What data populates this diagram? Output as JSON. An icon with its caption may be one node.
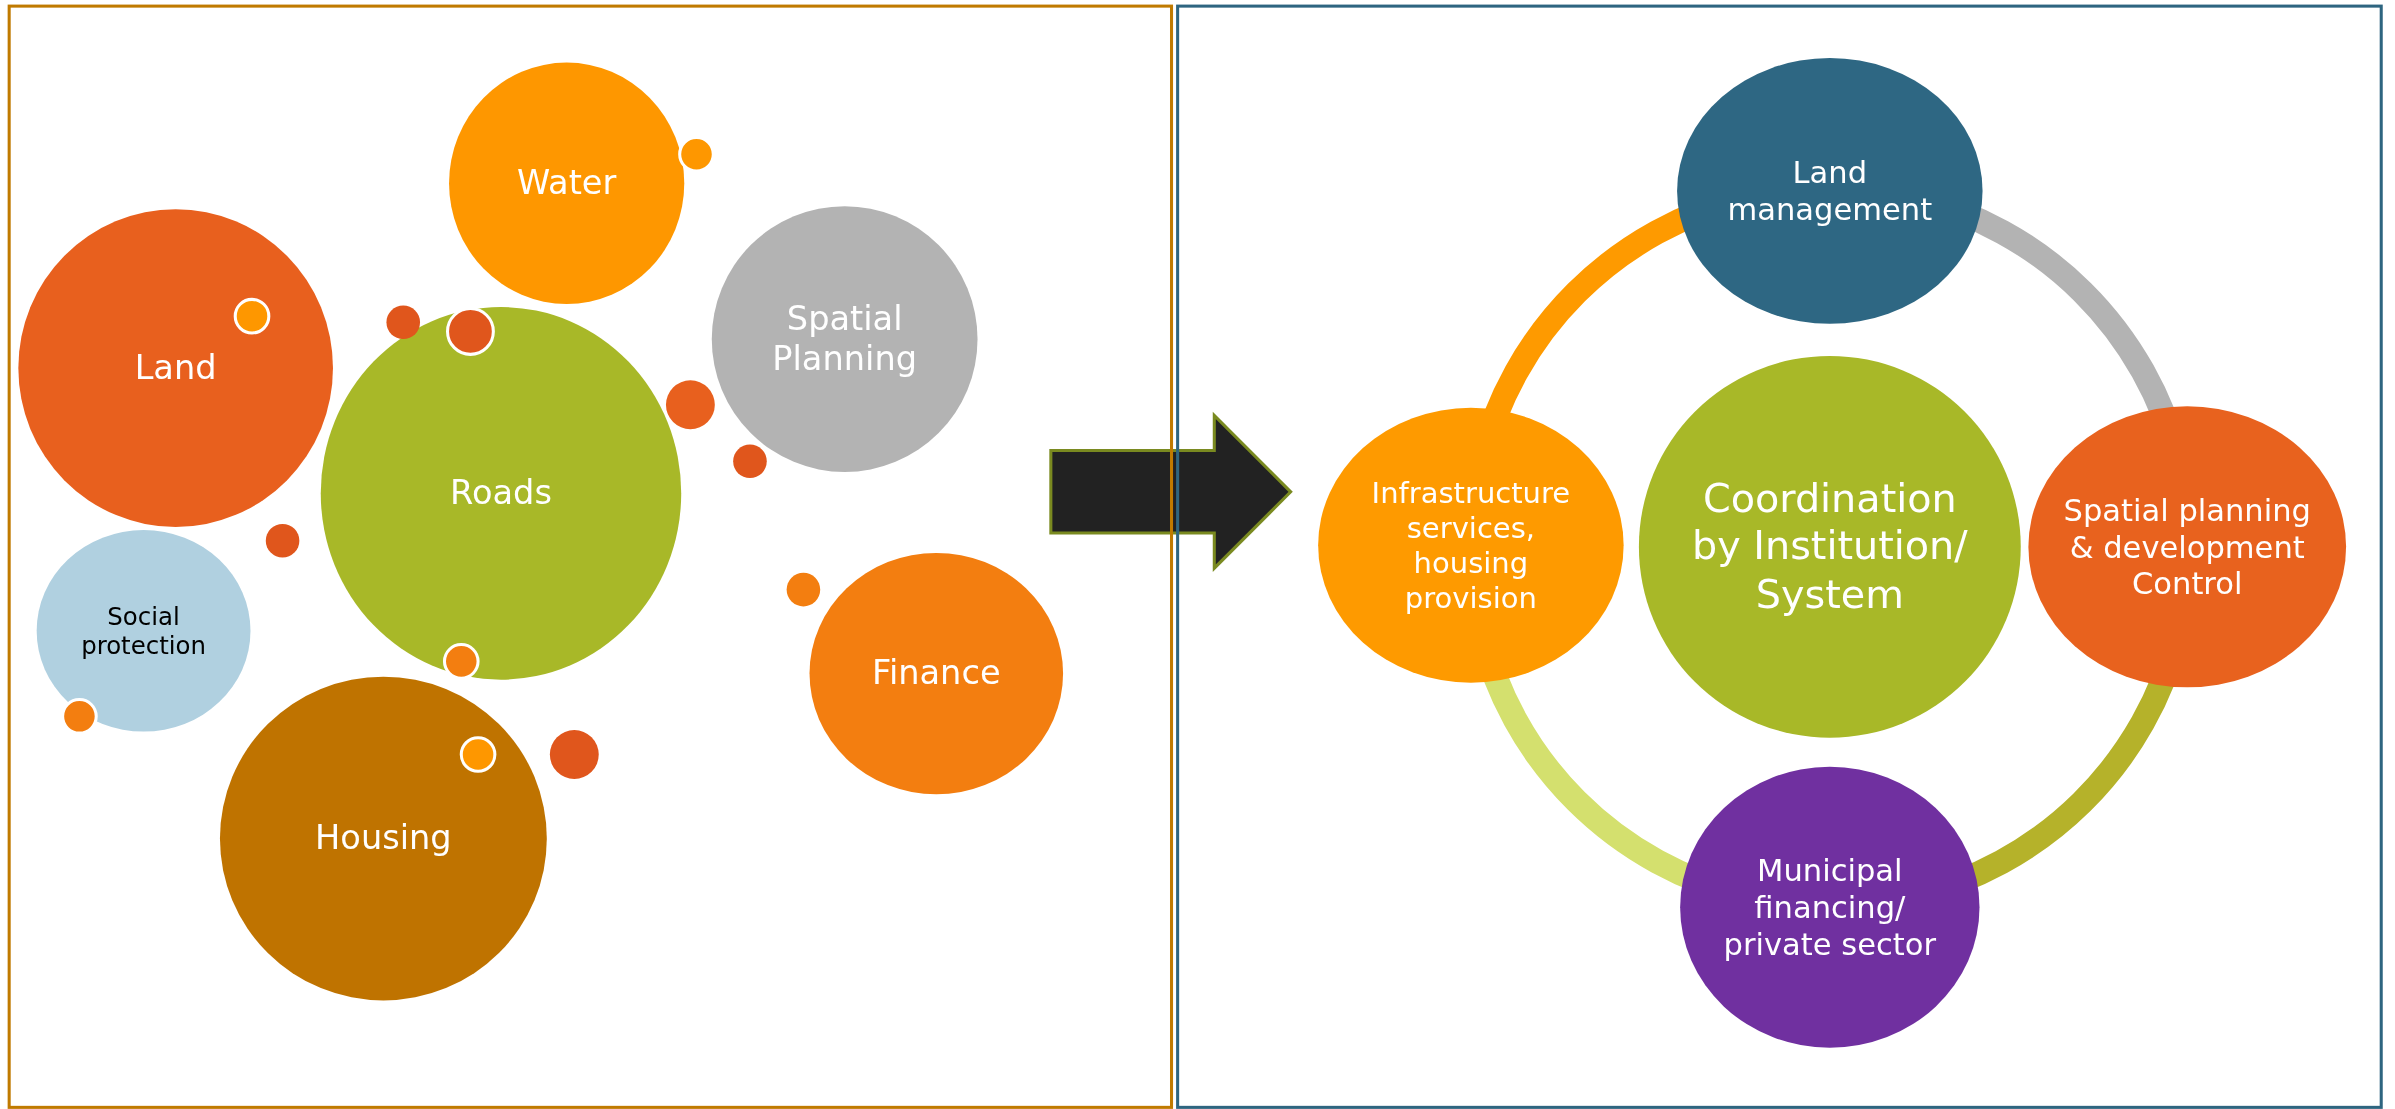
{
  "diagram": {
    "nodes": [
      {
        "text": [],
        "shape": "box"
      },
      {
        "text": [],
        "shape": "box"
      },
      {
        "text": [
          "Water"
        ],
        "in": 0
      },
      {
        "text": [
          "Land"
        ],
        "in": 0
      },
      {
        "text": [
          "Spatial Planning"
        ],
        "in": 0
      },
      {
        "text": [
          "Roads"
        ],
        "in": 0
      },
      {
        "text": [
          "Social protection"
        ],
        "in": 0
      },
      {
        "text": [
          "Finance"
        ],
        "in": 0
      },
      {
        "text": [
          "Housing"
        ],
        "in": 0
      },
      {
        "text": [],
        "shape": "circle",
        "in": 0
      },
      {
        "text": [],
        "shape": "circle",
        "in": 3
      },
      {
        "text": [],
        "shape": "circle",
        "in": 5
      },
      {
        "text": [],
        "shape": "circle",
        "in": 5
      },
      {
        "text": [],
        "shape": "circle",
        "in": 0
      },
      {
        "text": [],
        "shape": "circle",
        "in": 0
      },
      {
        "text": [],
        "shape": "circle",
        "in": 0
      },
      {
        "text": [],
        "shape": "circle",
        "in": 0
      },
      {
        "text": [],
        "shape": "circle",
        "in": 5
      },
      {
        "text": [],
        "shape": "circle",
        "in": 6
      },
      {
        "text": [],
        "shape": "circle",
        "in": 8
      },
      {
        "text": [],
        "shape": "circle",
        "in": 0
      },
      {
        "text": [
          "Land management"
        ],
        "in": 1
      },
      {
        "text": [
          "Infrastructure services, housing provision"
        ],
        "in": 1
      },
      {
        "text": [
          "Coordination by Institution/ System"
        ],
        "in": 1
      },
      {
        "text": [
          "Spatial planning & development Control"
        ],
        "in": 1
      },
      {
        "text": [
          "Municipal financing/ private sector"
        ],
        "in": 1
      }
    ],
    "edges": [
      {
        "from": 0,
        "to": 1,
        "arrow": "to",
        "style": "thick",
        "color": "#222222"
      },
      {
        "from": 22,
        "to": 21,
        "arrow": "none",
        "color": "#fe9a00"
      },
      {
        "from": 21,
        "to": 24,
        "arrow": "none",
        "color": "#b3b3b3"
      },
      {
        "from": 24,
        "to": 25,
        "arrow": "none",
        "color": "#b5b22a"
      },
      {
        "from": 25,
        "to": 22,
        "arrow": "none",
        "color": "#d4e06e"
      }
    ]
  }
}
